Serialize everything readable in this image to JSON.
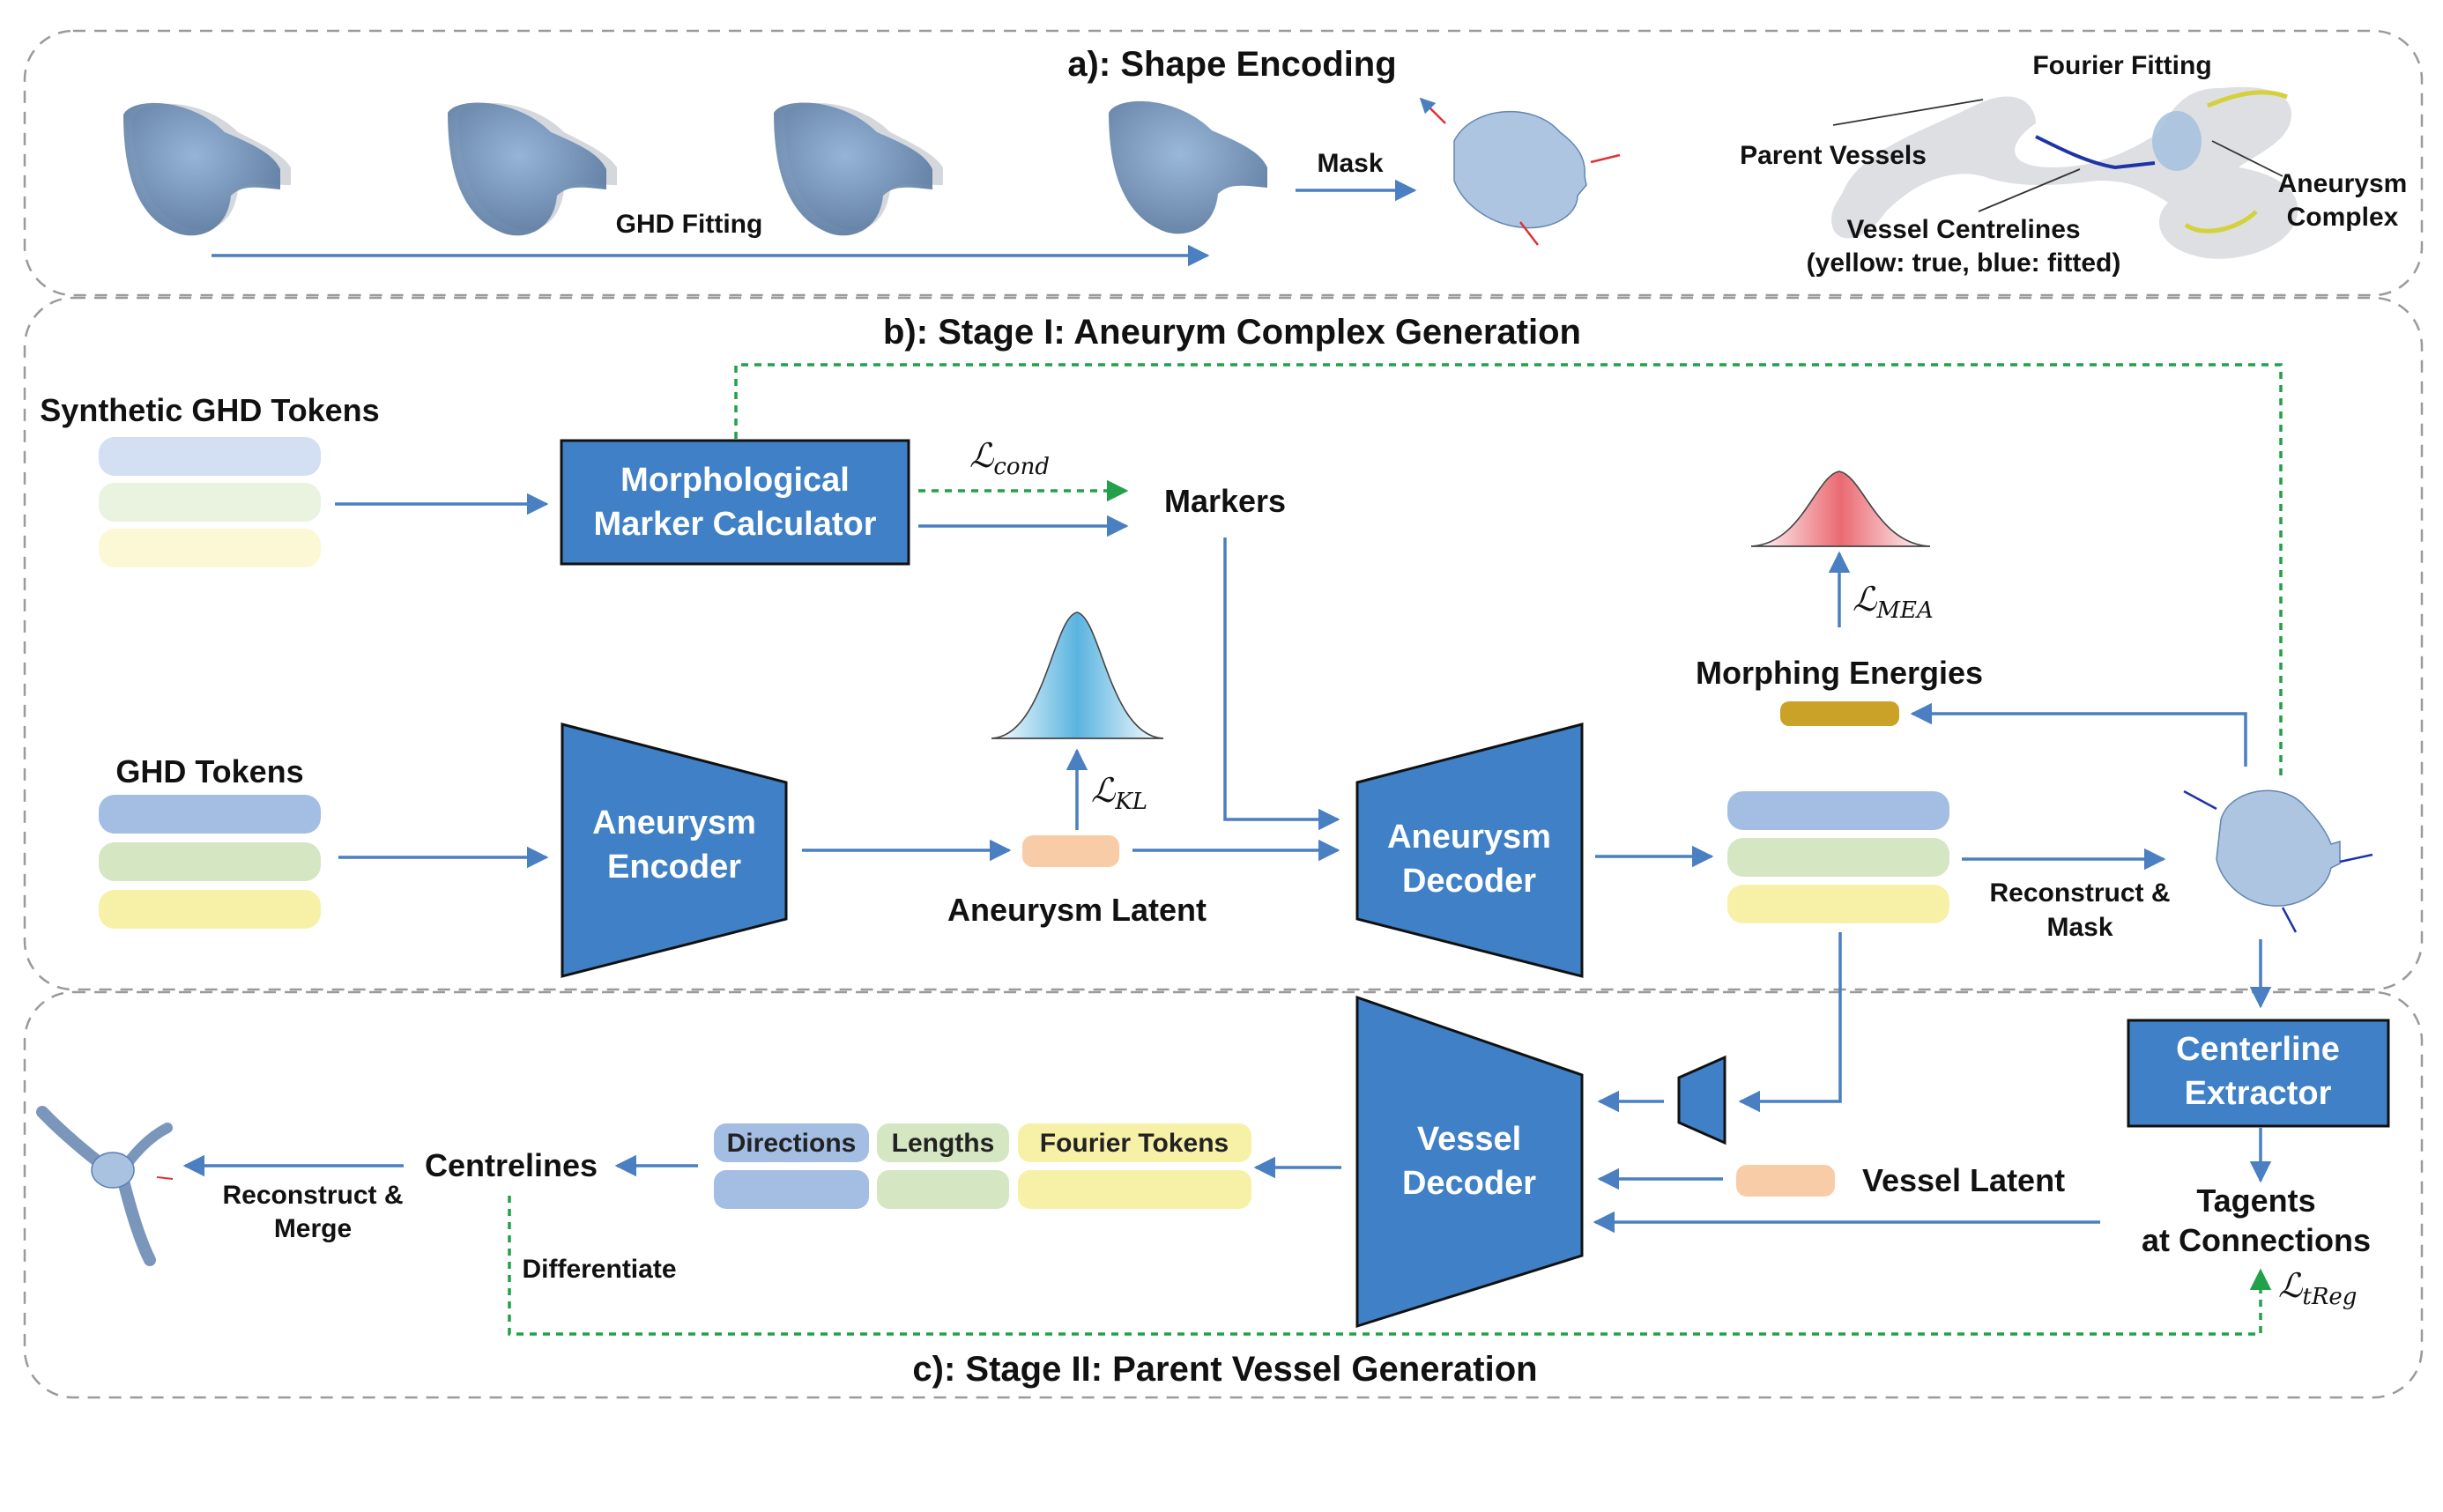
{
  "sections": {
    "a_title": "a): Shape Encoding",
    "b_title": "b): Stage I: Aneurym Complex Generation",
    "c_title": "c): Stage II: Parent Vessel Generation"
  },
  "shape_encoding": {
    "ghd_fitting": "GHD Fitting",
    "mask": "Mask",
    "fourier_fitting": "Fourier Fitting",
    "parent_vessels": "Parent Vessels",
    "vessel_centrelines": "Vessel Centrelines",
    "vessel_centrelines_note": "(yellow: true, blue: fitted)",
    "aneurysm_complex_1": "Aneurysm",
    "aneurysm_complex_2": "Complex"
  },
  "stage1": {
    "synthetic_tokens": "Synthetic GHD Tokens",
    "ghd_tokens": "GHD Tokens",
    "marker_calc_1": "Morphological",
    "marker_calc_2": "Marker Calculator",
    "l_cond_main": "ℒ",
    "l_cond_sub": "cond",
    "markers": "Markers",
    "encoder_1": "Aneurysm",
    "encoder_2": "Encoder",
    "l_kl_main": "ℒ",
    "l_kl_sub": "KL",
    "aneurysm_latent": "Aneurysm Latent",
    "decoder_1": "Aneurysm",
    "decoder_2": "Decoder",
    "morphing_energies": "Morphing Energies",
    "l_mea_main": "ℒ",
    "l_mea_sub": "MEA",
    "reconstruct_mask_1": "Reconstruct &",
    "reconstruct_mask_2": "Mask"
  },
  "stage2": {
    "centerline_extractor_1": "Centerline",
    "centerline_extractor_2": "Extractor",
    "tangents_1": "Tagents",
    "tangents_2": "at Connections",
    "l_treg_main": "ℒ",
    "l_treg_sub": "tReg",
    "vessel_decoder_1": "Vessel",
    "vessel_decoder_2": "Decoder",
    "vessel_latent": "Vessel Latent",
    "directions": "Directions",
    "lengths": "Lengths",
    "fourier_tokens": "Fourier Tokens",
    "centrelines": "Centrelines",
    "reconstruct_merge_1": "Reconstruct &",
    "reconstruct_merge_2": "Merge",
    "differentiate": "Differentiate"
  },
  "colors": {
    "block_blue": "#3f80c6",
    "arrow_blue": "#4a7fc1",
    "dashed_green": "#22a04a",
    "token_blue": "#a3bde3",
    "token_green": "#d5e6c2",
    "token_yellow": "#f7f1a8",
    "latent_orange": "#f9cca8",
    "energy_gold": "#c9a227",
    "shape_grey_blue": "#6f89aa"
  }
}
